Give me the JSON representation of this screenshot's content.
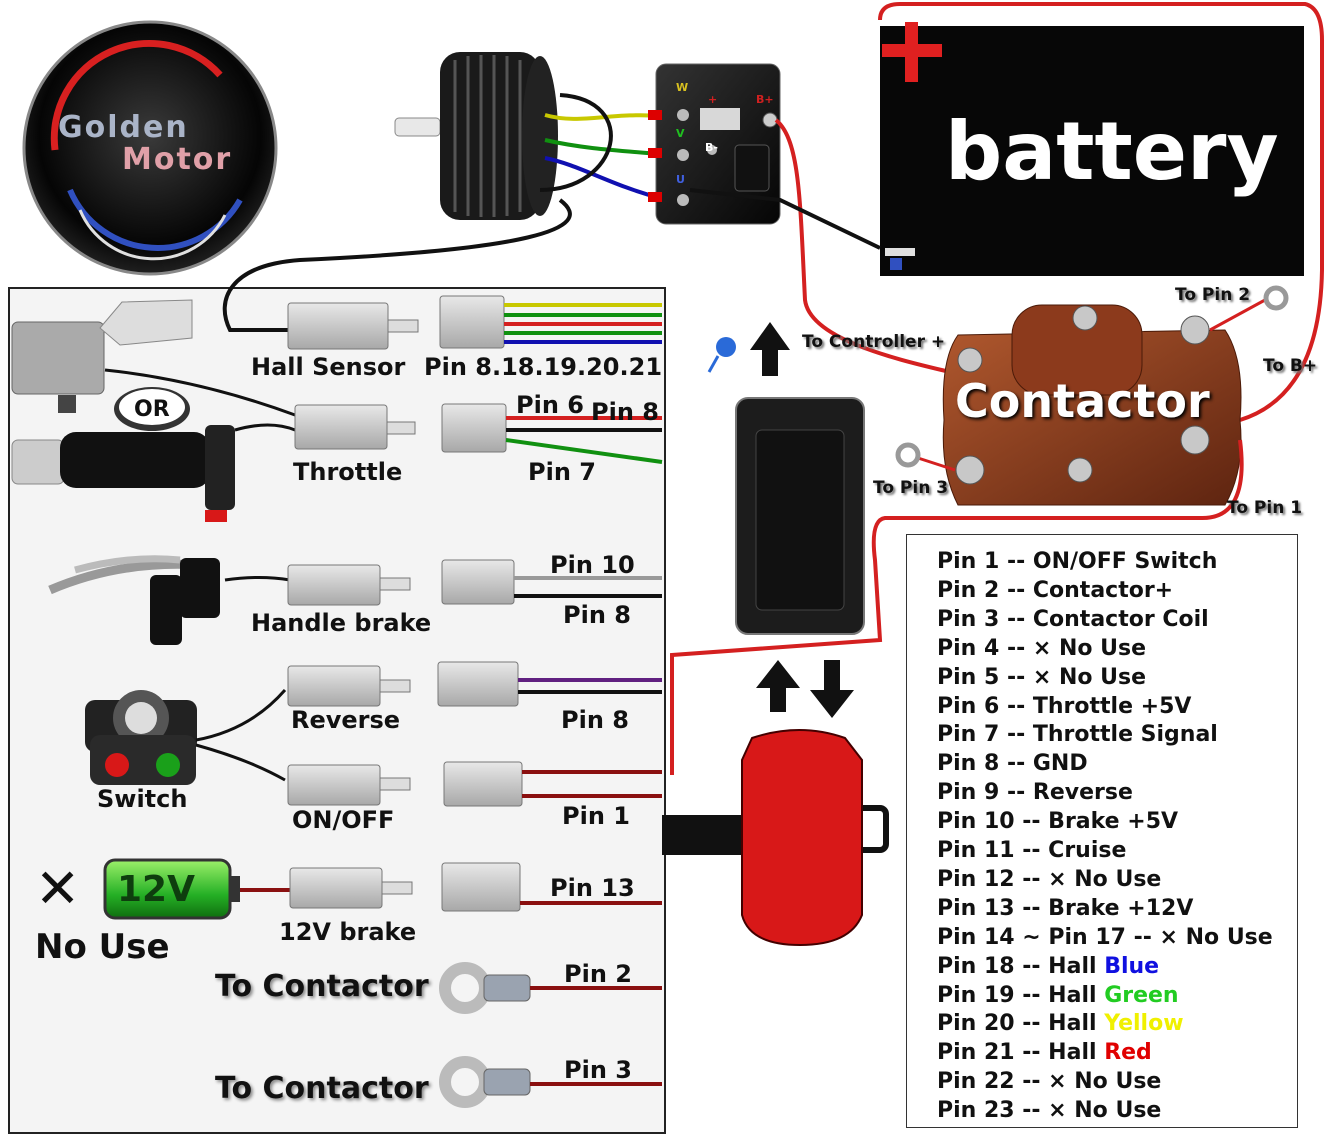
{
  "brand": {
    "line1": "Golden",
    "line2": "Motor"
  },
  "battery": {
    "label": "battery",
    "plus": "+",
    "minus": "−"
  },
  "contactor": {
    "label": "Contactor",
    "to_pin2": "To Pin 2",
    "to_pin3": "To Pin 3",
    "to_pin1": "To Pin 1",
    "to_bplus": "To B+"
  },
  "controller_top": {
    "terminal_w": "W",
    "terminal_v": "V",
    "terminal_u": "U",
    "terminal_bminus": "B-",
    "terminal_plus": "+",
    "terminal_bplus": "B+"
  },
  "to_controller_plus": "To Controller +",
  "connectors": {
    "hall_sensor": {
      "label": "Hall Sensor",
      "pins": "Pin 8.18.19.20.21"
    },
    "throttle": {
      "label": "Throttle",
      "or": "OR",
      "pin6": "Pin 6",
      "pin8": "Pin 8",
      "pin7": "Pin 7"
    },
    "handle_brake": {
      "label": "Handle brake",
      "pin10": "Pin 10",
      "pin8": "Pin 8"
    },
    "reverse": {
      "label": "Reverse",
      "pin8": "Pin 8"
    },
    "switch": {
      "label": "Switch"
    },
    "on_off": {
      "label": "ON/OFF",
      "pin1": "Pin 1"
    },
    "twelve_v_brake": {
      "label": "12V brake",
      "pin13": "Pin 13",
      "battery_text": "12V"
    },
    "no_use": {
      "mark": "✕",
      "label": "No Use"
    },
    "to_contactor_a": {
      "label": "To Contactor",
      "pin": "Pin 2"
    },
    "to_contactor_b": {
      "label": "To Contactor",
      "pin": "Pin 3"
    }
  },
  "legend": [
    {
      "text": "Pin 1 -- ON/OFF Switch"
    },
    {
      "text": "Pin 2 -- Contactor+"
    },
    {
      "text": "Pin 3 -- Contactor Coil"
    },
    {
      "text": "Pin 4 -- × No Use"
    },
    {
      "text": "Pin 5 -- × No Use"
    },
    {
      "text": "Pin 6 -- Throttle +5V"
    },
    {
      "text": "Pin 7 -- Throttle Signal"
    },
    {
      "text": "Pin 8 -- GND"
    },
    {
      "text": "Pin 9 -- Reverse"
    },
    {
      "text": "Pin 10 -- Brake +5V"
    },
    {
      "text": "Pin 11 -- Cruise"
    },
    {
      "text": "Pin 12 -- × No Use"
    },
    {
      "text": "Pin 13 -- Brake +12V"
    },
    {
      "text": "Pin 14 ~ Pin 17 -- × No Use"
    },
    {
      "text": "Pin 18 -- Hall ",
      "colored": "Blue",
      "color": "#1010e0"
    },
    {
      "text": "Pin 19 -- Hall ",
      "colored": "Green",
      "color": "#22cc22"
    },
    {
      "text": "Pin 20 -- Hall ",
      "colored": "Yellow",
      "color": "#f0f000"
    },
    {
      "text": "Pin 21 -- Hall ",
      "colored": "Red",
      "color": "#e00000"
    },
    {
      "text": "Pin 22 -- × No Use"
    },
    {
      "text": "Pin 23 -- × No Use"
    }
  ],
  "colors": {
    "wire_red": "#d42020",
    "wire_dark_red": "#8a1010",
    "wire_black": "#111111",
    "wire_yellow": "#c8c800",
    "wire_green": "#109010",
    "wire_blue": "#1010b0",
    "wire_purple": "#602080",
    "contactor_brown": "#8a3a1e",
    "connector_red": "#d81818"
  }
}
